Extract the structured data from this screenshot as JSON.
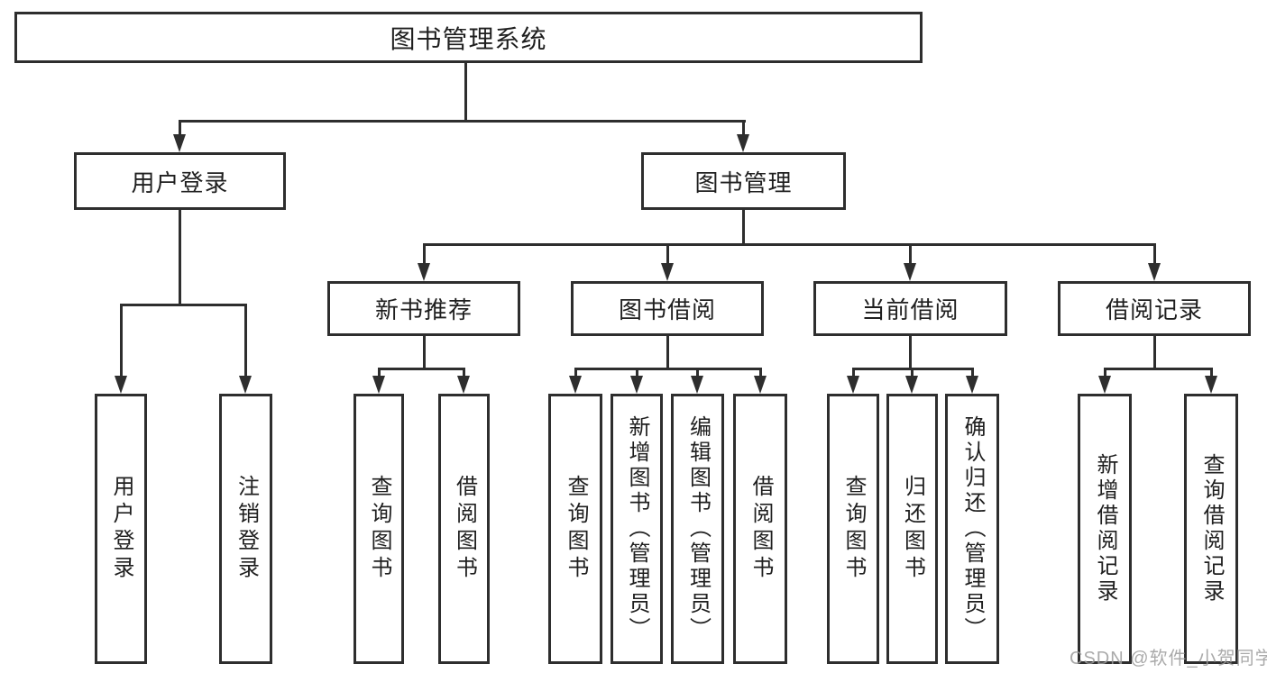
{
  "diagram": {
    "root": {
      "label": "图书管理系统"
    },
    "level2": [
      {
        "label": "用户登录"
      },
      {
        "label": "图书管理"
      }
    ],
    "level3": [
      {
        "label": "新书推荐"
      },
      {
        "label": "图书借阅"
      },
      {
        "label": "当前借阅"
      },
      {
        "label": "借阅记录"
      }
    ],
    "leaves": {
      "user_login": [
        "用户登录",
        "注销登录"
      ],
      "new_books": [
        "查询图书",
        "借阅图书"
      ],
      "book_borrow": [
        "查询图书",
        "新增图书（管理员）",
        "编辑图书（管理员）",
        "借阅图书"
      ],
      "current_borrow": [
        "查询图书",
        "归还图书",
        "确认归还（管理员）"
      ],
      "borrow_records": [
        "新增借阅记录",
        "查询借阅记录"
      ]
    },
    "line_color": "#2e2e2e"
  },
  "watermark": {
    "text": "CSDN @软件_小贺同学"
  }
}
